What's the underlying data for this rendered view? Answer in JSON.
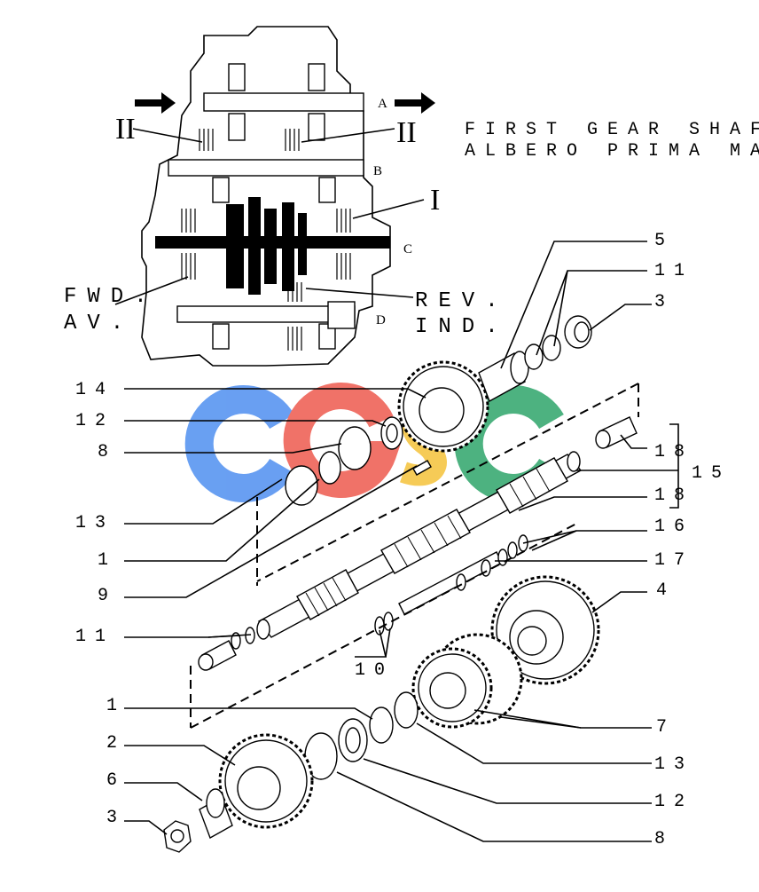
{
  "title": {
    "line1": "FIRST GEAR SHAF",
    "line2": "ALBERO PRIMA MA"
  },
  "shaft_letters": [
    "A",
    "B",
    "C",
    "D"
  ],
  "roman": {
    "ii_left": "II",
    "ii_right": "II",
    "i": "I"
  },
  "direction": {
    "fwd": "FWD.",
    "av": "AV.",
    "rev": "REV.",
    "ind": "IND."
  },
  "callouts": {
    "c5": "5",
    "c11a": "11",
    "c3a": "3",
    "c14": "14",
    "c12a": "12",
    "c8a": "8",
    "c18a": "18",
    "c15": "15",
    "c18b": "18",
    "c13a": "13",
    "c16": "16",
    "c1a": "1",
    "c17": "17",
    "c9": "9",
    "c4": "4",
    "c11b": "11",
    "c10": "10",
    "c1b": "1",
    "c7": "7",
    "c2": "2",
    "c13b": "13",
    "c6": "6",
    "c12b": "12",
    "c3b": "3",
    "c8b": "8"
  },
  "watermark": {
    "letters": [
      "C",
      "G",
      "S",
      "C"
    ],
    "colors": [
      "#4f8ff0",
      "#ee5a4e",
      "#f5c23a",
      "#2fa56b"
    ]
  }
}
